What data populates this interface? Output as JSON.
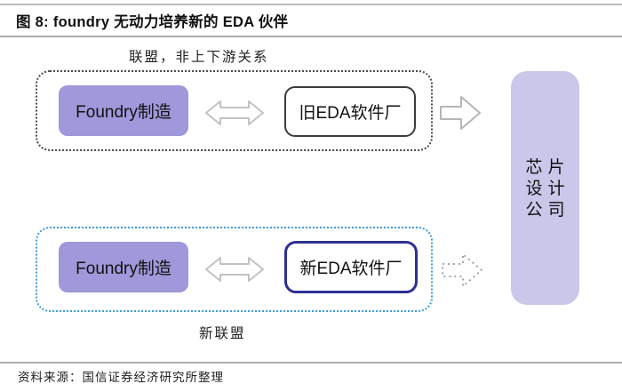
{
  "title": {
    "label": "图 8:  foundry 无动力培养新的 EDA 伙伴"
  },
  "diagram": {
    "top_alliance_label": "联盟，非上下游关系",
    "bottom_alliance_label": "新联盟",
    "old_group": {
      "foundry_label": "Foundry制造",
      "eda_label": "旧EDA软件厂"
    },
    "new_group": {
      "foundry_label": "Foundry制造",
      "eda_label": "新EDA软件厂"
    },
    "chip_designer": {
      "full_text": "芯片设计公司",
      "lines": [
        "芯片",
        "设计",
        "公司"
      ]
    },
    "icons": {
      "double_arrow": "double-headed-arrow-icon",
      "solid_arrow": "right-block-arrow-icon",
      "dashed_arrow": "dashed-right-block-arrow-icon"
    },
    "colors": {
      "foundry_box_fill": "#9f98da",
      "chip_box_fill": "#cac7ea",
      "old_group_border": "#4a4a4a",
      "new_group_border": "#3e9bd8",
      "old_eda_border": "#3c3c3c",
      "new_eda_border": "#2d3092",
      "arrow_stroke": "#bfbfbf",
      "rule_gray": "#adadad"
    }
  },
  "footer": {
    "source": "资料来源：国信证券经济研究所整理"
  }
}
